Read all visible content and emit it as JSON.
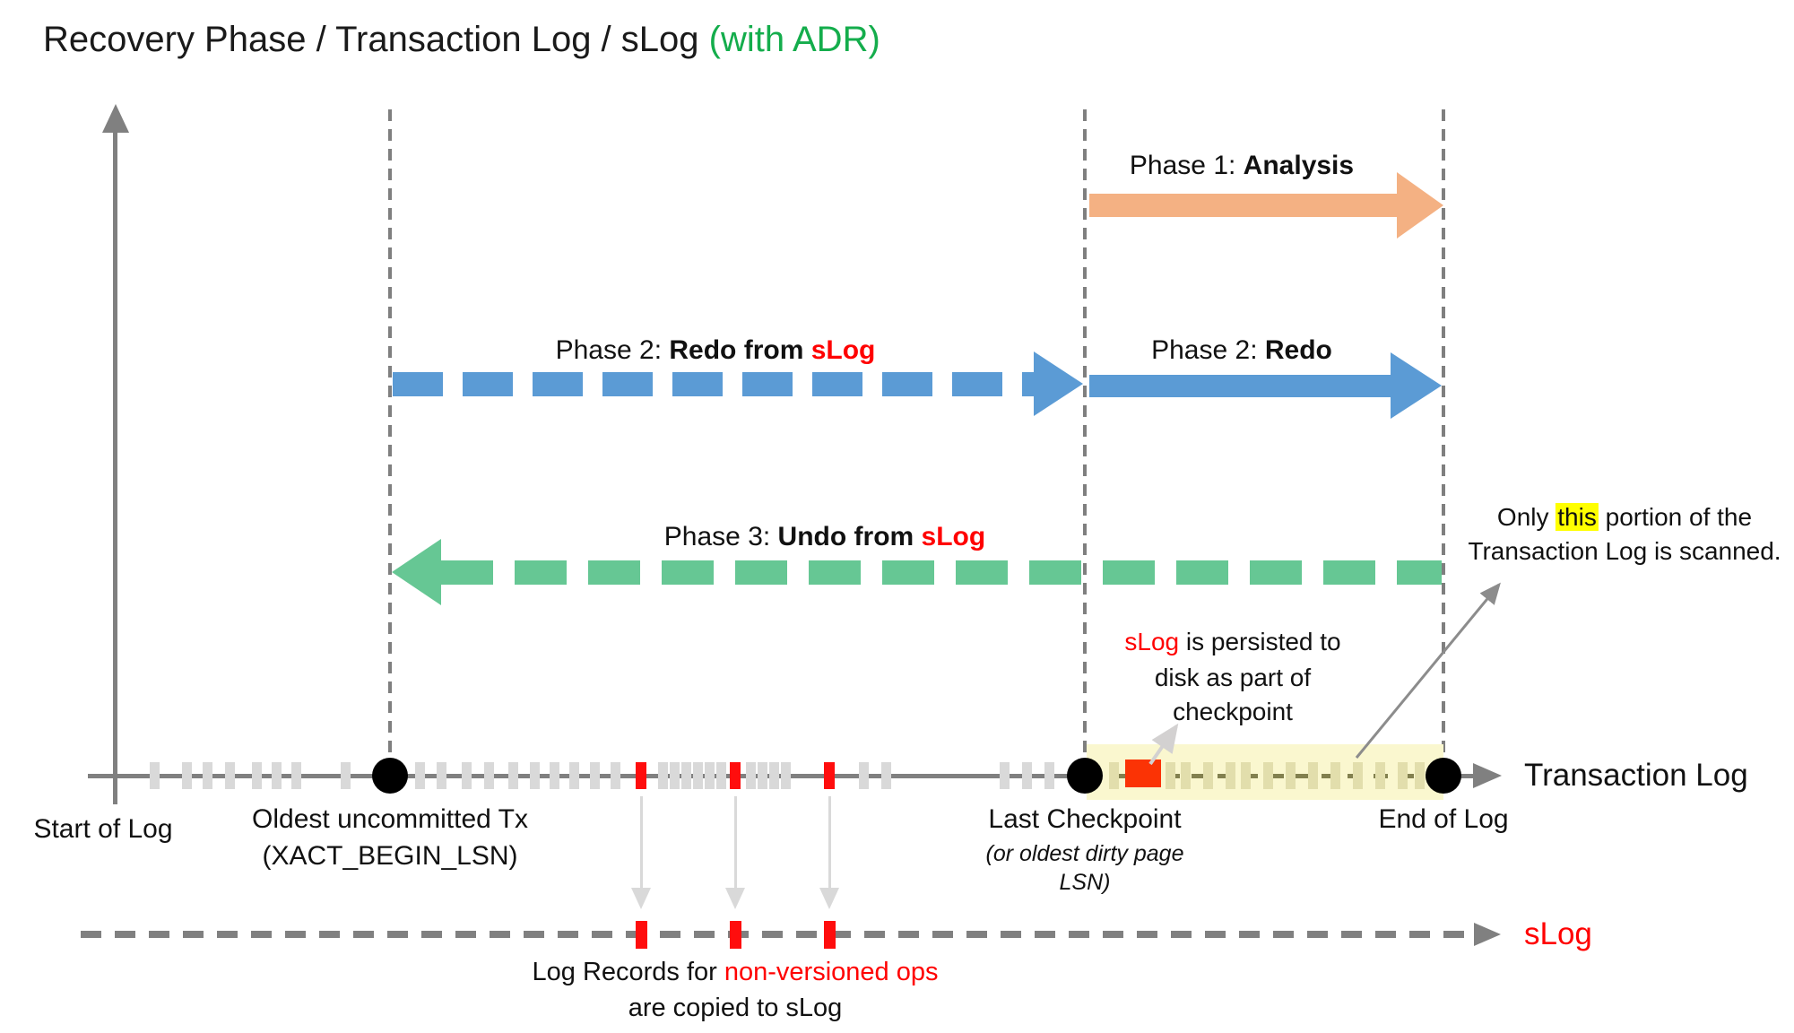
{
  "title": {
    "main": "Recovery Phase / Transaction Log / sLog ",
    "suffix": "(with ADR)"
  },
  "phases": {
    "p1": {
      "prefix": "Phase 1: ",
      "bold": "Analysis"
    },
    "p2s": {
      "prefix": "Phase 2: ",
      "bold": "Redo from ",
      "red": "sLog"
    },
    "p2": {
      "prefix": "Phase 2: ",
      "bold": "Redo"
    },
    "p3": {
      "prefix": "Phase 3: ",
      "bold": "Undo from ",
      "red": "sLog"
    }
  },
  "axis": {
    "transaction_log": "Transaction Log",
    "slog": "sLog",
    "start_of_log": "Start of Log",
    "oldest_tx_line1": "Oldest uncommitted Tx",
    "oldest_tx_line2": "(XACT_BEGIN_LSN)",
    "last_checkpoint": "Last Checkpoint",
    "last_checkpoint_sub1": "(or oldest dirty page",
    "last_checkpoint_sub2": "LSN)",
    "end_of_log": "End of Log"
  },
  "notes": {
    "scan_pre": "Only ",
    "scan_highlight": "this",
    "scan_post": " portion of the",
    "scan_line2": "Transaction Log is scanned.",
    "persist_red": "sLog",
    "persist_rest": " is persisted to",
    "persist_line2": "disk as part of",
    "persist_line3": "checkpoint",
    "copy_black": "Log Records for ",
    "copy_red": "non-versioned ops",
    "copy_line2": "are copied to sLog"
  },
  "colors": {
    "title_accent_green": "#14AD4C",
    "phase1_orange": "#F4B183",
    "phase2_blue": "#5B9BD5",
    "phase3_green": "#66C794",
    "axis_gray": "#808080",
    "tick_gray": "#D9D9D9",
    "scanned_band_yellow": "#FAF7CF",
    "scanned_tick_olive": "#E2DEAC",
    "highlight_yellow": "#FFFF00",
    "marker_red": "#FF0D0D",
    "text_red": "#FF0000"
  },
  "diagram": {
    "gray_ticks_x": [
      172,
      208,
      231,
      256,
      286,
      308,
      330,
      385,
      468,
      492,
      520,
      545,
      572,
      596,
      618,
      640,
      663,
      686,
      739,
      752,
      765,
      778,
      791,
      804,
      837,
      850,
      863,
      876,
      963,
      988,
      1120,
      1145,
      1170
    ],
    "yellow_ticks_x": [
      1242,
      1305,
      1322,
      1347,
      1372,
      1389,
      1414,
      1439,
      1464,
      1489,
      1514,
      1539,
      1564,
      1583
    ],
    "red_ticks_x": [
      715,
      820,
      925
    ],
    "dots_x": [
      435,
      1210,
      1610
    ]
  }
}
